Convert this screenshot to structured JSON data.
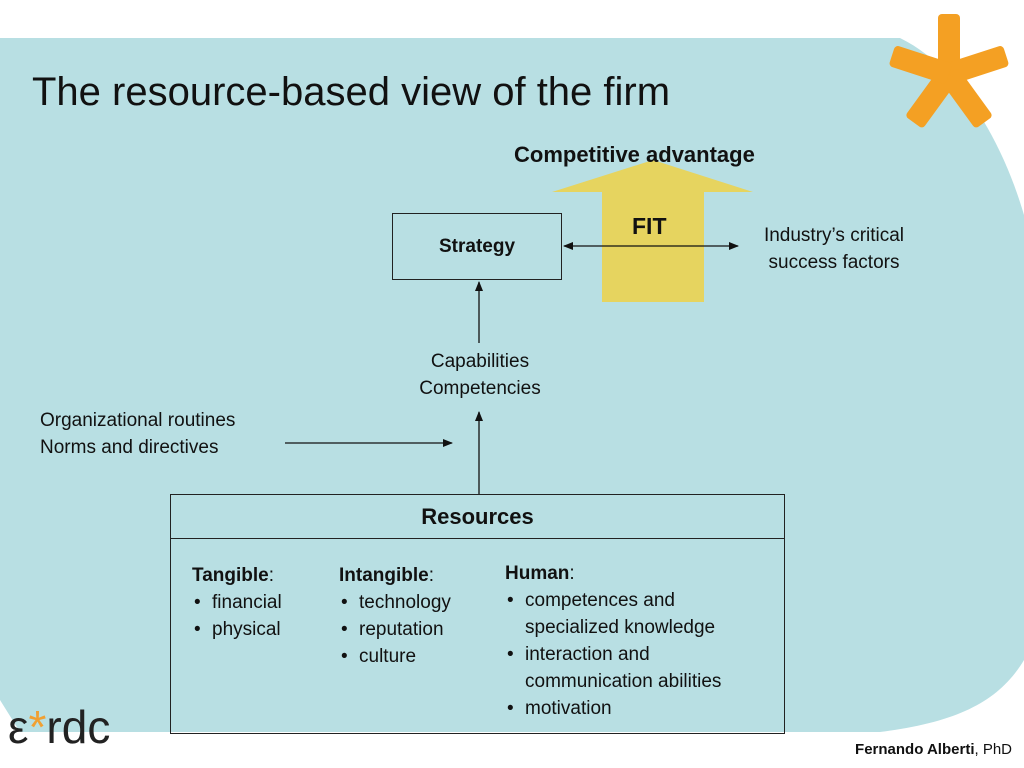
{
  "colors": {
    "background_shape": "#b8dfe3",
    "fit_arrow": "#e6d45f",
    "asterisk": "#f4a023"
  },
  "title": "The resource-based view of the firm",
  "competitive_advantage": "Competitive advantage",
  "fit_label": "FIT",
  "strategy_label": "Strategy",
  "industry": {
    "line1": "Industry’s critical",
    "line2": "success factors"
  },
  "capabilities": {
    "line1": "Capabilities",
    "line2": "Competencies"
  },
  "organizational": {
    "line1": "Organizational routines",
    "line2": "Norms and directives"
  },
  "resources": {
    "title": "Resources",
    "tangible": {
      "heading": "Tangible",
      "items": [
        "financial",
        "physical"
      ]
    },
    "intangible": {
      "heading": "Intangible",
      "items": [
        "technology",
        "reputation",
        "culture"
      ]
    },
    "human": {
      "heading": "Human",
      "items": [
        "competences and",
        "specialized knowledge",
        "interaction and",
        "communication abilities",
        "motivation"
      ]
    }
  },
  "logo": {
    "left": "ε",
    "star": "*",
    "right": "rdc"
  },
  "author": {
    "name": "Fernando Alberti",
    "suffix": ", PhD"
  }
}
